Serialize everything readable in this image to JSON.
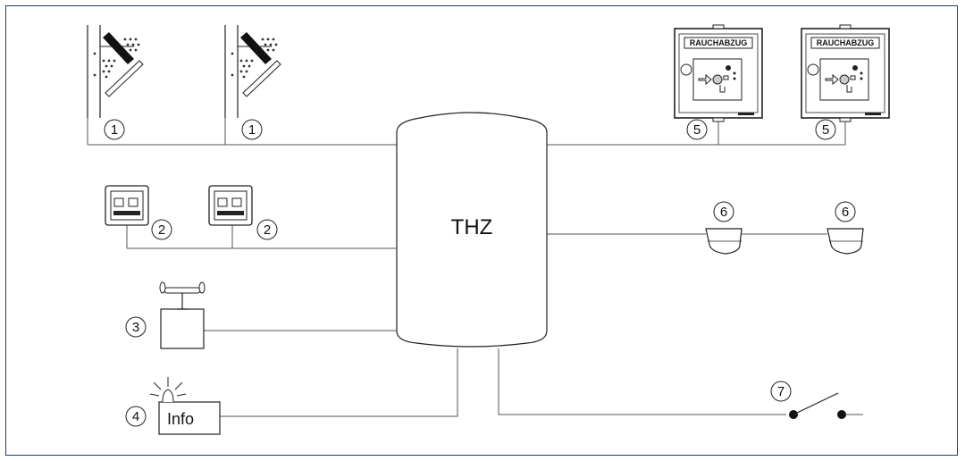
{
  "central_unit": {
    "label": "THZ"
  },
  "info_panel": {
    "label": "Info"
  },
  "callouts": {
    "window_actuator": "1",
    "vent_button": "2",
    "weather_station": "3",
    "info_signal": "4",
    "smoke_button": "5",
    "smoke_detector": "6",
    "switch": "7"
  },
  "smoke_button_text": "RAUCHABZUG",
  "colors": {
    "frame": "#1f3f6b",
    "line": "#555555",
    "outline": "#222222"
  }
}
